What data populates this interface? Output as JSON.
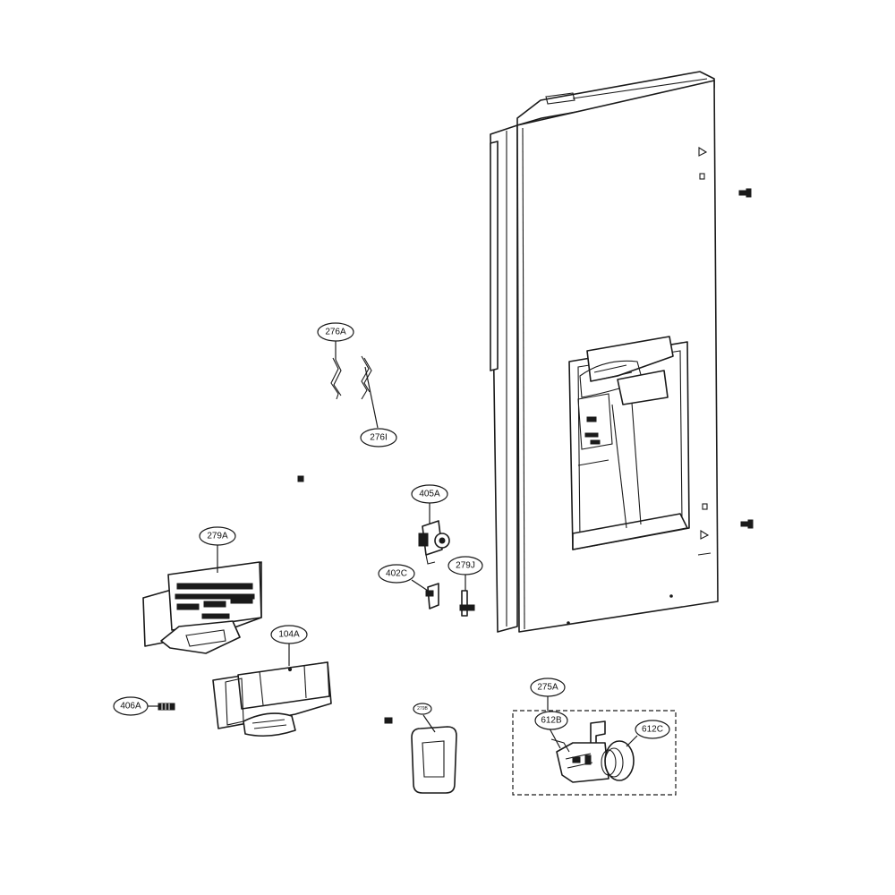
{
  "callouts": {
    "c276a": "276A",
    "c276i": "276I",
    "c405a": "405A",
    "c402c": "402C",
    "c279j": "279J",
    "c279a": "279A",
    "c104a": "104A",
    "c406a": "406A",
    "c275a": "275A",
    "c612b": "612B",
    "c612c": "612C",
    "csmall": "279B"
  },
  "colors": {
    "line": "#1a1a1a",
    "background": "#ffffff"
  }
}
